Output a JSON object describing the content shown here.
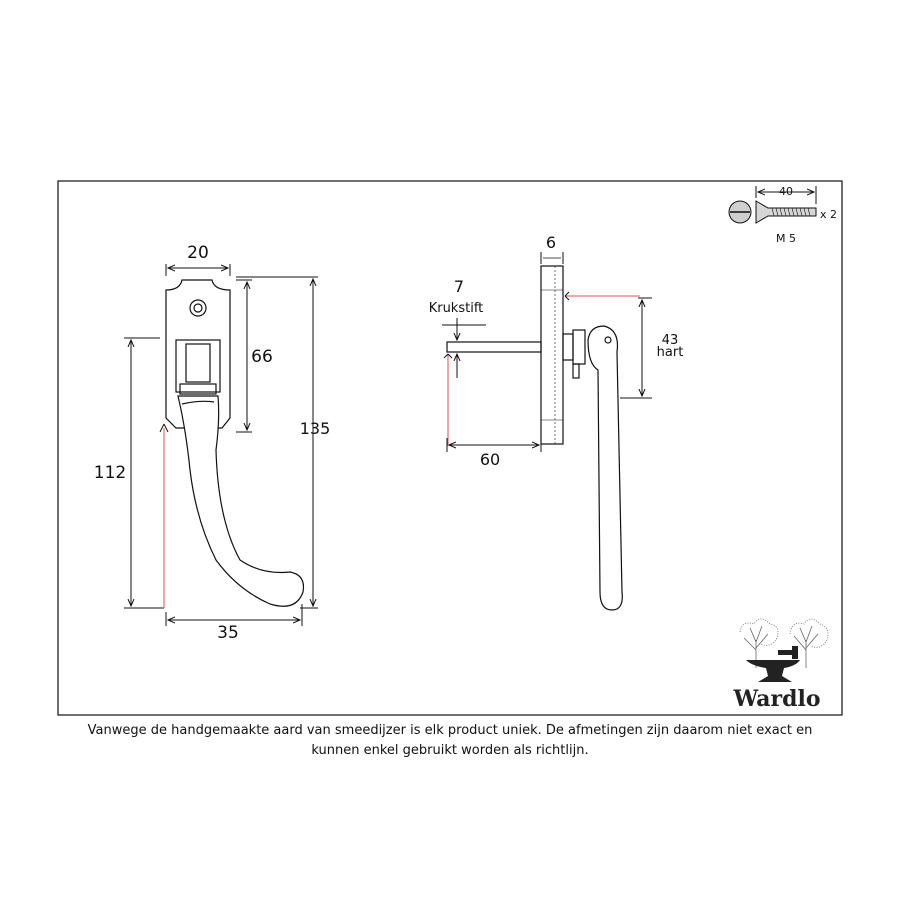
{
  "dimensions": {
    "width_top": "20",
    "upper_height": "66",
    "total_height": "135",
    "left_height": "112",
    "width_bottom": "35",
    "spindle_dia": "7",
    "spindle_label": "Krukstift",
    "plate_thickness": "6",
    "center_distance": "43",
    "center_label": "hart",
    "spindle_length": "60"
  },
  "screw": {
    "length": "40",
    "quantity": "x 2",
    "thread": "M 5"
  },
  "logo": {
    "brand": "Wardlo"
  },
  "caption": {
    "line1": "Vanwege de handgemaakte aard van smeedijzer is elk product uniek. De afmetingen zijn daarom niet exact en",
    "line2": "kunnen enkel gebruikt worden als richtlijn."
  },
  "colors": {
    "line": "#111111",
    "red_guide": "#d9534f"
  }
}
